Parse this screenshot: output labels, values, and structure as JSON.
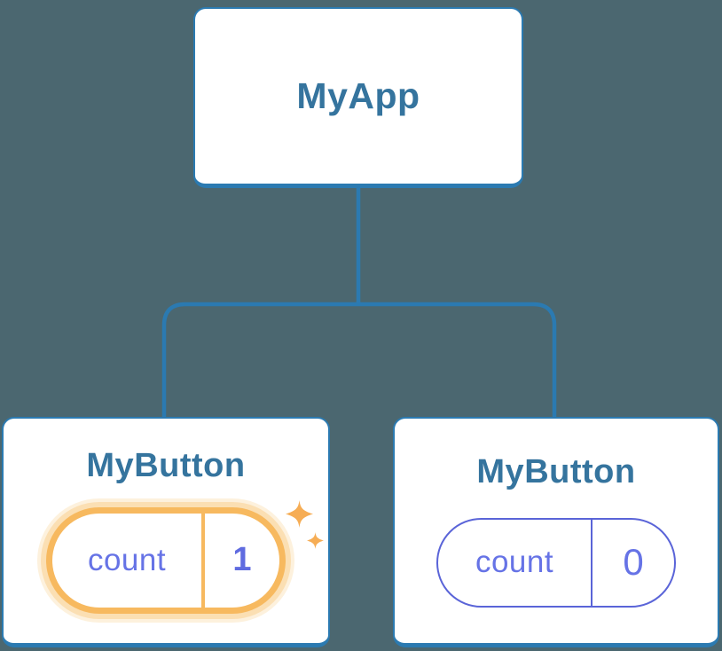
{
  "colors": {
    "background": "#4B6770",
    "connector": "#2B7AB1",
    "node_border": "#2B7AB1",
    "node_label": "#35749E",
    "card_bg": "#FFFFFF",
    "state_text": "#6673E6",
    "state_value": "#5F6BE0",
    "state_border": "#5A64D8",
    "highlight": "#F7B95F",
    "highlight_glow": "#FBDFB3",
    "sparkle": "#F6AD55"
  },
  "tree": {
    "root": {
      "label": "MyApp"
    },
    "children": [
      {
        "label": "MyButton",
        "state": {
          "key": "count",
          "value": "1"
        },
        "highlighted": true
      },
      {
        "label": "MyButton",
        "state": {
          "key": "count",
          "value": "0"
        },
        "highlighted": false
      }
    ]
  },
  "icons": {
    "sparkle": {
      "name": "sparkle-icon",
      "glyph": "✦"
    }
  }
}
